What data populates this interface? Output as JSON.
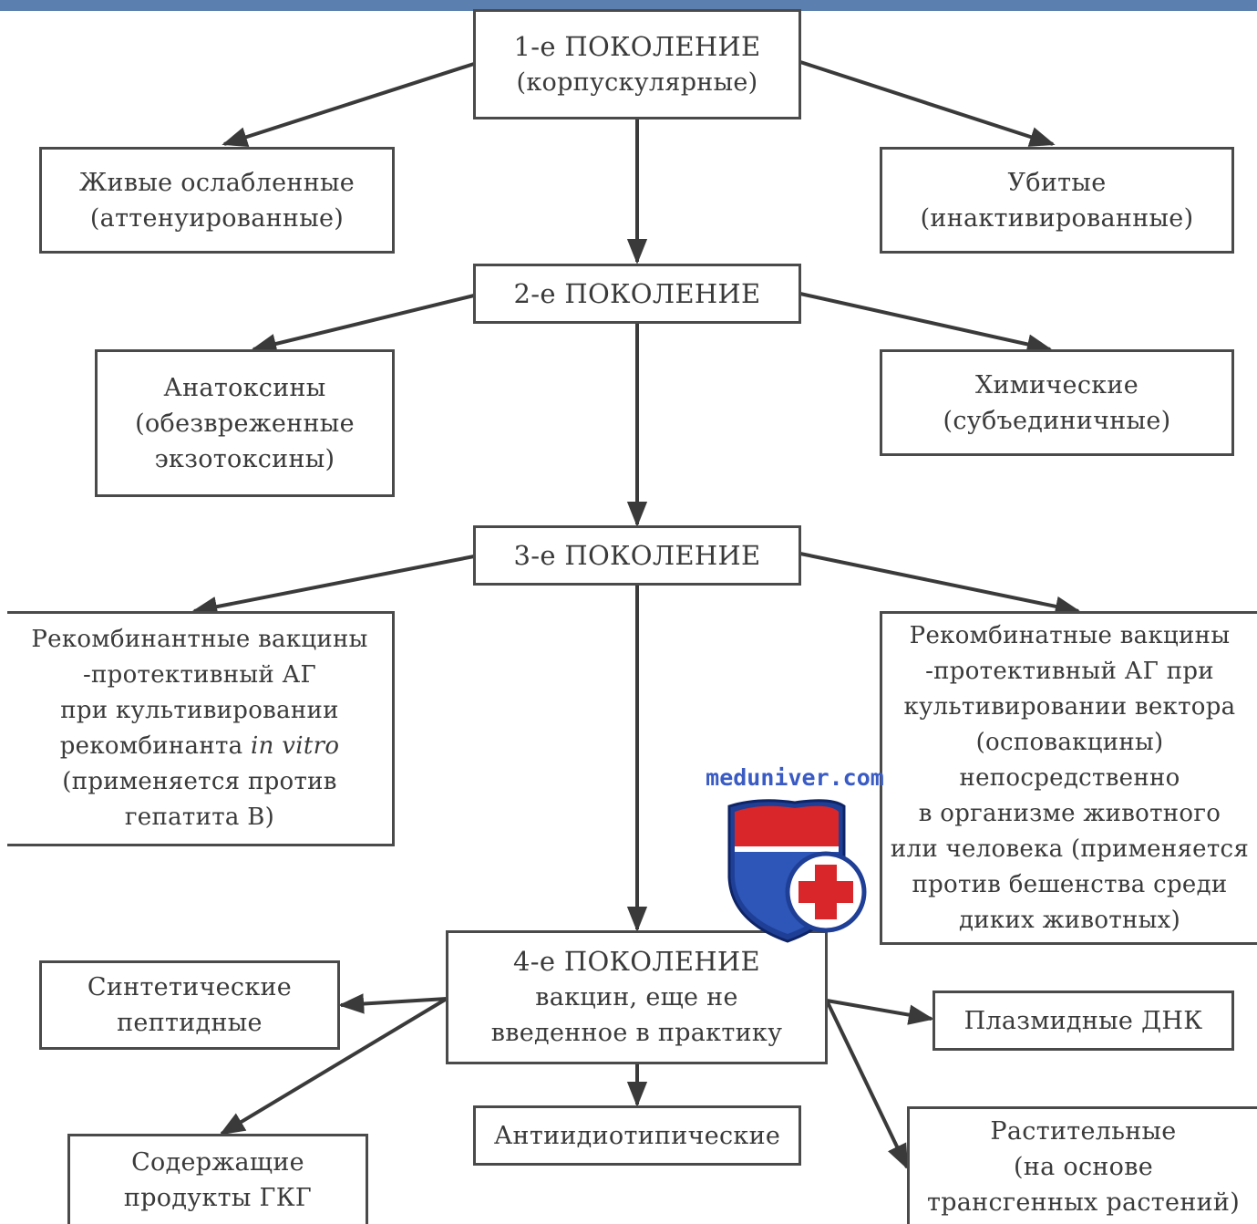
{
  "gen1": {
    "title": "1-е ПОКОЛЕНИЕ",
    "subtitle": "(корпускулярные)"
  },
  "gen1_left": {
    "line1": "Живые ослабленные",
    "line2": "(аттенуированные)"
  },
  "gen1_right": {
    "line1": "Убитые",
    "line2": "(инактивированные)"
  },
  "gen2": {
    "title": "2-е ПОКОЛЕНИЕ"
  },
  "gen2_left": {
    "line1": "Анатоксины",
    "line2": "(обезвреженные",
    "line3": "экзотоксины)"
  },
  "gen2_right": {
    "line1": "Химические",
    "line2": "(субъединичные)"
  },
  "gen3": {
    "title": "3-е ПОКОЛЕНИЕ"
  },
  "gen3_left": {
    "line1": "Рекомбинантные вакцины",
    "line2": "-протективный АГ",
    "line3": "при культивировании",
    "line4_pre": "рекомбинанта ",
    "line4_italic": "in vitro",
    "line5": "(применяется против",
    "line6": "гепатита В)"
  },
  "gen3_right": {
    "line1": "Рекомбинатные вакцины",
    "line2": "-протективный АГ при",
    "line3": "культивировании вектора",
    "line4": "(осповакцины)",
    "line5": "непосредственно",
    "line6": "в организме животного",
    "line7": "или человека (применяется",
    "line8": "против бешенства среди",
    "line9": "диких животных)"
  },
  "gen4": {
    "title": "4-е ПОКОЛЕНИЕ",
    "line2": "вакцин, еще не",
    "line3": "введенное в практику"
  },
  "gen4_synthetic": {
    "line1": "Синтетические",
    "line2": "пептидные"
  },
  "gen4_hkg": {
    "line1": "Содержащие",
    "line2": "продукты ГКГ"
  },
  "gen4_antiidiotypic": {
    "line1": "Антиидиотипические"
  },
  "gen4_plasmid": {
    "line1": "Плазмидные ДНК"
  },
  "gen4_plant": {
    "line1": "Растительные",
    "line2": "(на основе",
    "line3": "трансгенных растений)"
  },
  "watermark": {
    "text": "meduniver.com",
    "icon": "medical-cross-shield-icon"
  },
  "colors": {
    "topbar": "#5b7fae",
    "border": "#4a4a4a",
    "arrow": "#3a3a3a",
    "text": "#3a3a3a",
    "logo_blue": "#2d56b8",
    "logo_red": "#d8262a"
  }
}
